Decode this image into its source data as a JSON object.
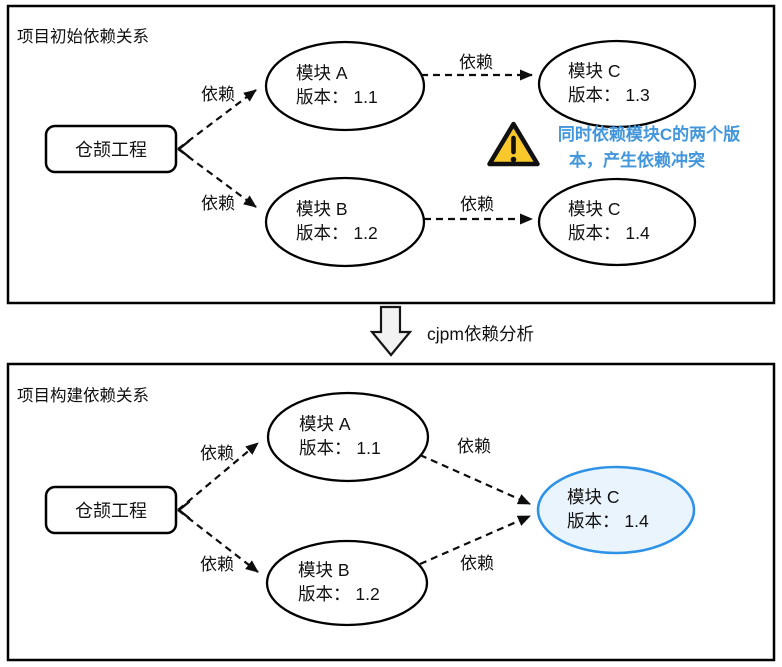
{
  "panel_initial": {
    "title": "项目初始依赖关系",
    "project_label": "仓颉工程",
    "dep_label": "依赖",
    "module_a": {
      "name": "模块 A",
      "version": "版本： 1.1"
    },
    "module_b": {
      "name": "模块 B",
      "version": "版本： 1.2"
    },
    "module_c_v13": {
      "name": "模块 C",
      "version": "版本： 1.3"
    },
    "module_c_v14": {
      "name": "模块 C",
      "version": "版本： 1.4"
    },
    "warning_line1": "同时依赖模块C的两个版",
    "warning_line2": "本，产生依赖冲突"
  },
  "transition": {
    "label": "cjpm依赖分析"
  },
  "panel_build": {
    "title": "项目构建依赖关系",
    "project_label": "仓颉工程",
    "dep_label": "依赖",
    "module_a": {
      "name": "模块 A",
      "version": "版本： 1.1"
    },
    "module_b": {
      "name": "模块 B",
      "version": "版本： 1.2"
    },
    "module_c": {
      "name": "模块 C",
      "version": "版本： 1.4"
    }
  },
  "colors": {
    "line_black": "#0d0d0d",
    "warning_yellow": "#F9C82A",
    "warning_text_blue": "#4296DB",
    "highlight_stroke_blue": "#2E93E8",
    "highlight_fill_blue": "#EAF4FC",
    "transition_arrow_fill": "#F2F2F2"
  }
}
